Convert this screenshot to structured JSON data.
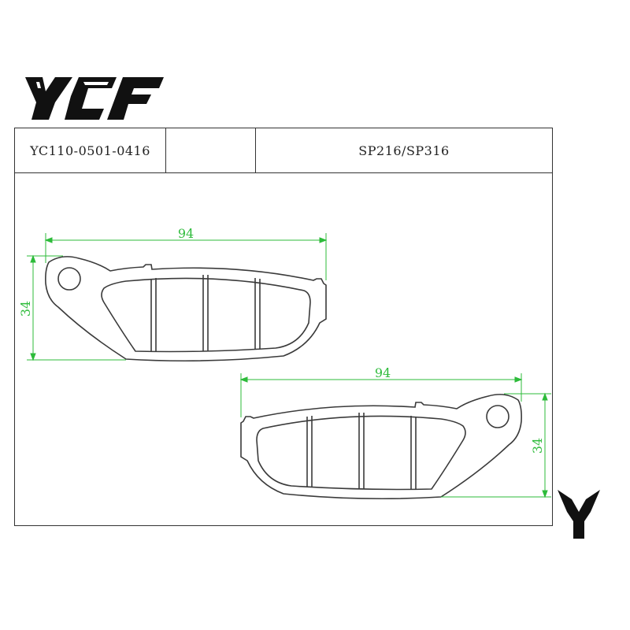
{
  "brand": {
    "logo_text": "YCF"
  },
  "title_block": {
    "part_number": "YC110-0501-0416",
    "blank_cell": "",
    "reference": "SP216/SP316"
  },
  "pad_left": {
    "width_label": "94",
    "height_label": "34"
  },
  "pad_right": {
    "width_label": "94",
    "height_label": "34"
  },
  "colors": {
    "outline": "#3a3a3a",
    "dimension": "#2dbb3a",
    "logo": "#111111"
  }
}
